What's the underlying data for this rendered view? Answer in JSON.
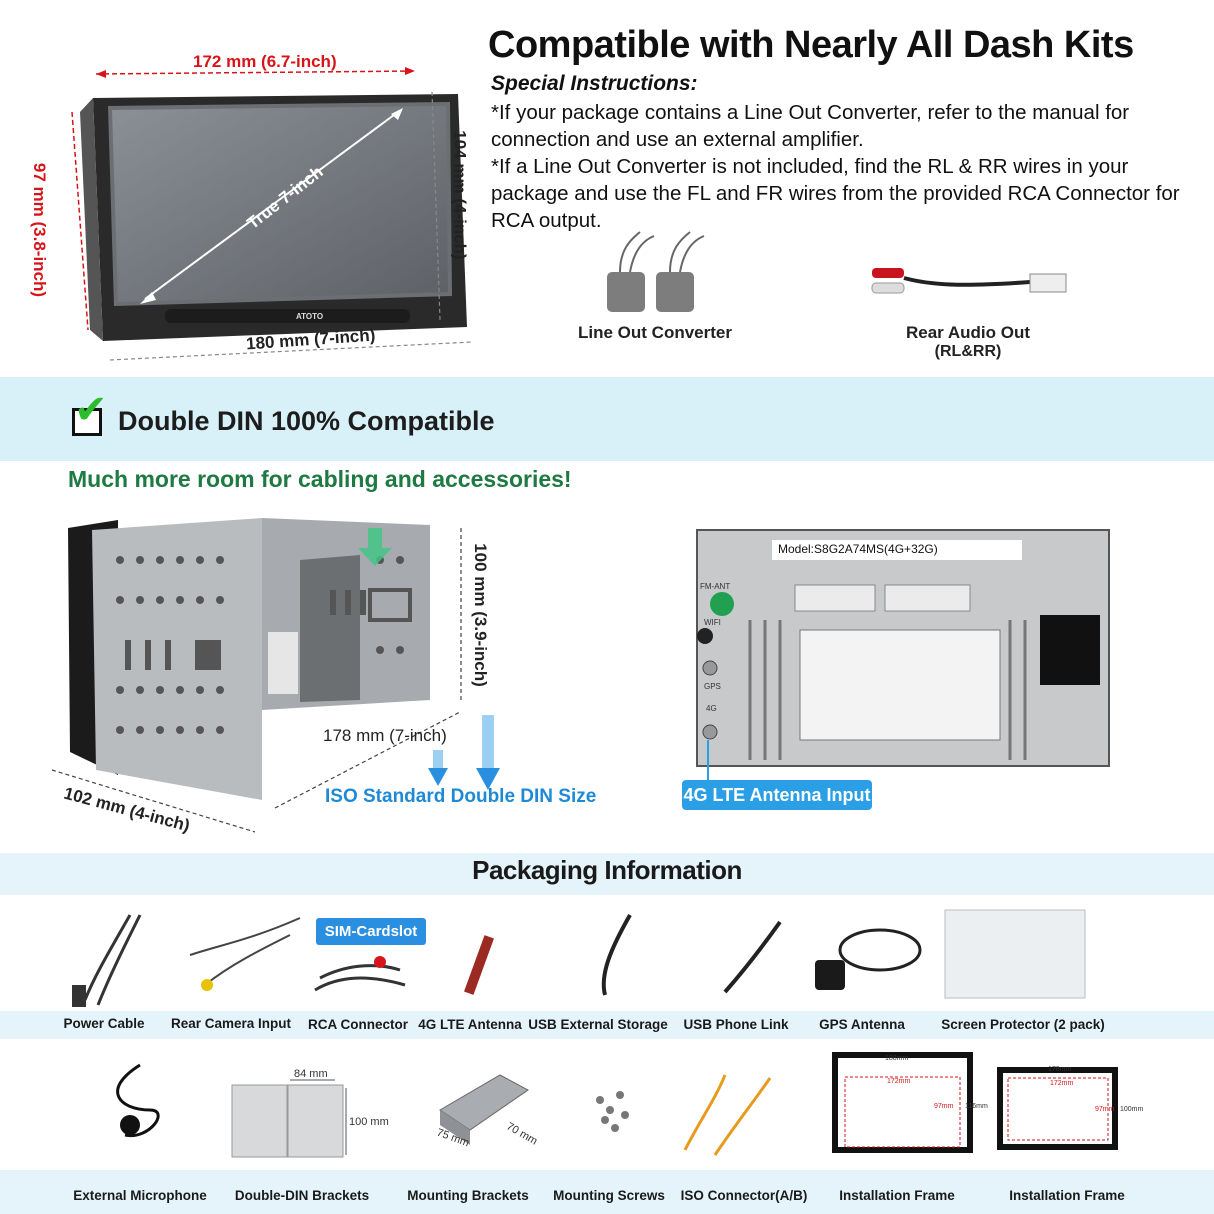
{
  "header": {
    "title": "Compatible with Nearly All Dash Kits",
    "special_heading": "Special Instructions:",
    "instruction_1": "*If your package contains a Line Out Converter, refer to the manual for connection and use an external amplifier.",
    "instruction_2": "*If a Line Out Converter is not included, find the RL & RR wires in your package and use the FL and FR wires from the provided RCA Connector for RCA output."
  },
  "head_unit": {
    "width_top": "172 mm (6.7-inch)",
    "width_bottom": "180 mm (7-inch)",
    "height_left": "97 mm (3.8-inch)",
    "height_right": "104 mm (4-inch)",
    "diagonal": "True 7-inch",
    "brand": "ATOTO"
  },
  "accessories_top": {
    "line_out": "Line Out Converter",
    "rear_audio": "Rear Audio Out",
    "rear_audio_sub": "(RL&RR)"
  },
  "din": {
    "title": "Double DIN 100% Compatible",
    "subtitle": "Much more room for cabling and accessories!",
    "height": "100 mm (3.9-inch)",
    "width": "178 mm (7-inch)",
    "depth": "102 mm (4-inch)",
    "iso": "ISO Standard Double DIN Size",
    "model": "Model:S8G2A74MS(4G+32G)",
    "lte_input": "4G LTE Antenna Input",
    "port_fm": "FM-ANT",
    "port_wifi": "WIFI",
    "port_gps": "GPS",
    "port_4g": "4G"
  },
  "packaging": {
    "title": "Packaging Information",
    "sim": "SIM-Cardslot",
    "row1": [
      "Power Cable",
      "Rear Camera Input",
      "RCA Connector",
      "4G LTE Antenna",
      "USB External Storage",
      "USB Phone Link",
      "GPS Antenna",
      "Screen Protector (2 pack)"
    ],
    "row2": [
      "External Microphone",
      "Double-DIN Brackets",
      "Mounting Brackets",
      "Mounting Screws",
      "ISO Connector(A/B)",
      "Installation Frame",
      "Installation Frame"
    ],
    "bracket_w": "84 mm",
    "bracket_h": "100 mm",
    "mount_a": "75 mm",
    "mount_b": "70 mm",
    "frame1_w": "188mm",
    "frame1_iw": "172mm",
    "frame1_ih": "97mm",
    "frame1_h": "116mm",
    "frame2_w": "178mm",
    "frame2_iw": "172mm",
    "frame2_ih": "97mm",
    "frame2_h": "100mm"
  },
  "colors": {
    "accent_red": "#d7141a",
    "band": "#d8f0f8",
    "green": "#1e7a42",
    "blue": "#2b9fe6"
  }
}
